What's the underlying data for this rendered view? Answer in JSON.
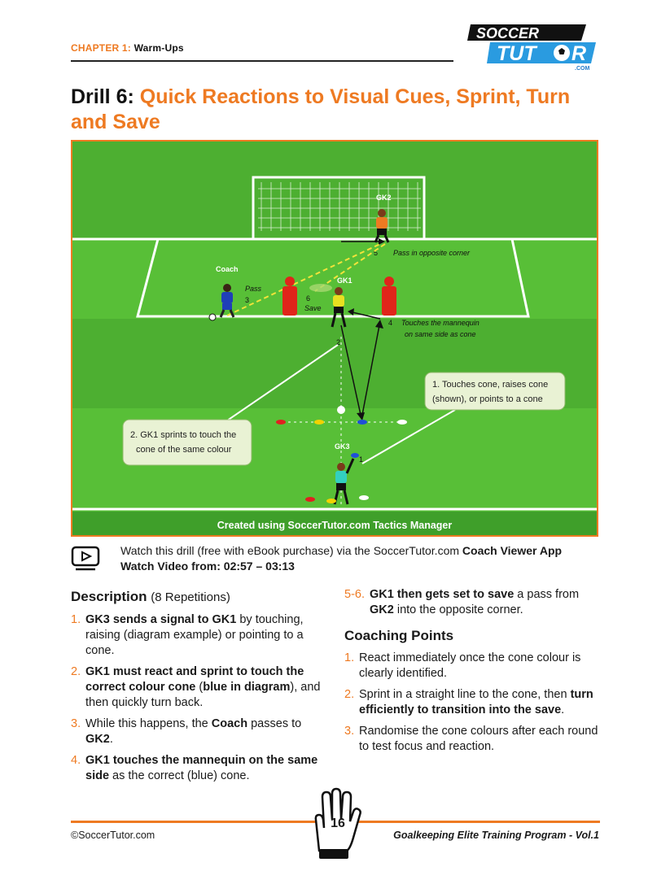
{
  "header": {
    "chapter_label": "CHAPTER 1:",
    "chapter_name": "Warm-Ups",
    "logo_line1": "SOCCER",
    "logo_line2": "TUT",
    "logo_line2b": "R",
    "logo_com": ".COM"
  },
  "title": {
    "label": "Drill 6:",
    "text": "Quick Reactions to Visual Cues, Sprint, Turn and Save"
  },
  "diagram": {
    "labels": {
      "gk2": "GK2",
      "gk1": "GK1",
      "gk3": "GK3",
      "coach": "Coach",
      "pass": "Pass",
      "three": "3",
      "six": "6",
      "save": "Save",
      "five": "5",
      "pass_opposite": "Pass in opposite corner",
      "four": "4",
      "touches_line1": "Touches the mannequin",
      "touches_line2": "on same side as cone",
      "two": "2",
      "one": "1",
      "callout1_line1": "1. Touches cone, raises cone",
      "callout1_line2": "(shown), or points to a cone",
      "callout2_line1": "2. GK1 sprints to touch the",
      "callout2_line2": "cone of the same colour",
      "credit": "Created using SoccerTutor.com Tactics Manager"
    },
    "colors": {
      "grass_light": "#5cc23a",
      "grass_dark": "#3f9f2a",
      "accent": "#ee7a22",
      "cone_blue": "#1f4fd8",
      "cone_red": "#e02020",
      "cone_yellow": "#f2d200",
      "mannequin": "#e0251a"
    }
  },
  "video": {
    "line1_a": "Watch this drill (free with eBook purchase) via the SoccerTutor.com ",
    "line1_b": "Coach Viewer App",
    "line2": "Watch Video from: 02:57 – 03:13",
    "icon": "video-play-icon"
  },
  "description": {
    "heading": "Description",
    "heading_sub": "(8 Repetitions)",
    "items": [
      {
        "num": "1.",
        "bold": "GK3 sends a signal to GK1",
        "rest": " by touching, raising (diagram example) or pointing to a cone."
      },
      {
        "num": "2.",
        "bold": "GK1 must react and sprint to touch the correct colour cone",
        "mid": " (",
        "bold2": "blue in diagram",
        "rest": "), and then quickly turn back."
      },
      {
        "num": "3.",
        "pre": "While this happens, the ",
        "bold": "Coach",
        "mid": " passes to ",
        "bold2": "GK2",
        "rest": "."
      },
      {
        "num": "4.",
        "bold": "GK1 touches the mannequin on the same side",
        "rest": " as the correct (blue) cone."
      }
    ]
  },
  "continuation": {
    "num": "5-6.",
    "bold": "GK1 then gets set to save",
    "mid": " a pass from ",
    "bold2": "GK2",
    "rest": " into the opposite corner."
  },
  "coaching": {
    "heading": "Coaching Points",
    "items": [
      {
        "num": "1.",
        "pre": "React immediately once the cone colour is clearly identified."
      },
      {
        "num": "2.",
        "pre": "Sprint in a straight line to the cone, then ",
        "bold": "turn efficiently to transition into the save",
        "rest": "."
      },
      {
        "num": "3.",
        "pre": "Randomise the cone colours after each round to test focus and reaction."
      }
    ]
  },
  "footer": {
    "left": "©SoccerTutor.com",
    "page": "16",
    "right": "Goalkeeping Elite Training Program - Vol.1"
  }
}
